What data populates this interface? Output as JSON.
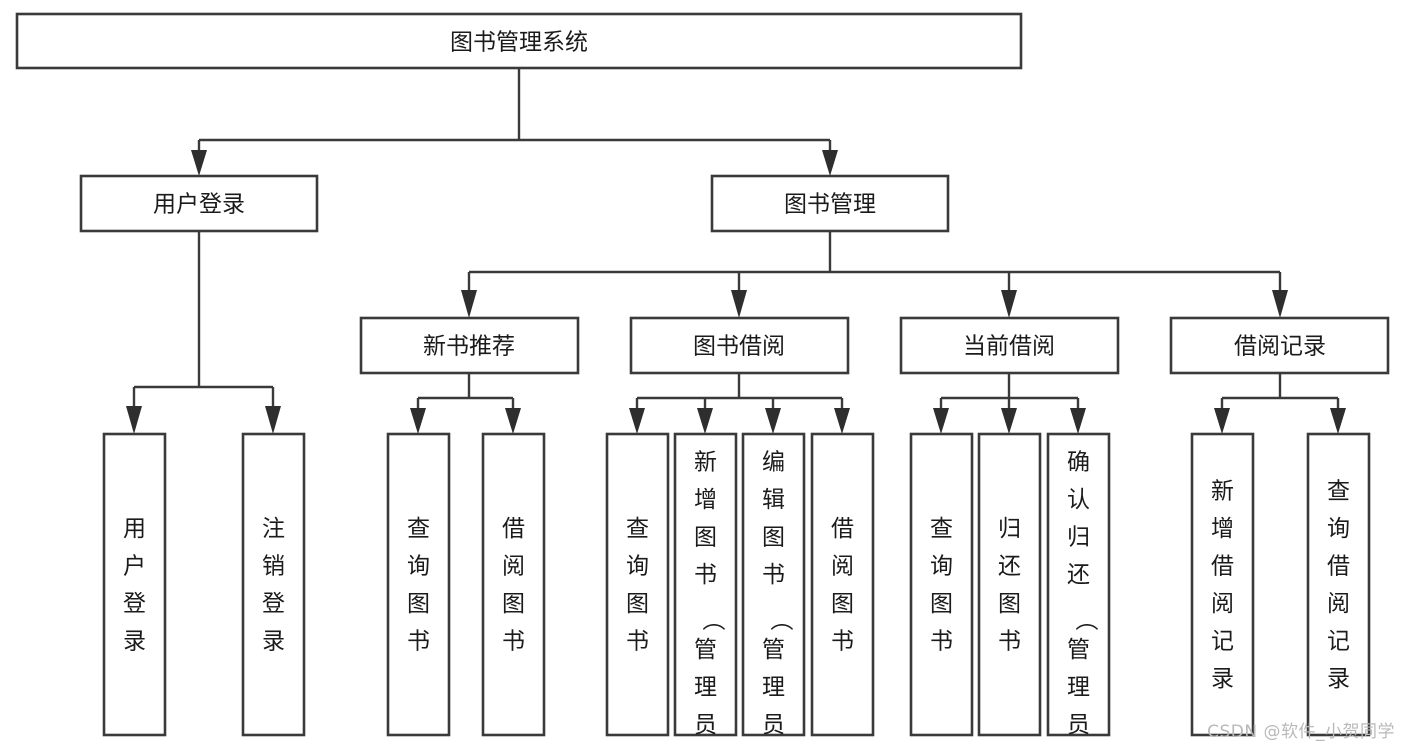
{
  "diagram": {
    "title": "图书管理系统",
    "type": "tree-hierarchy-diagram",
    "root": {
      "id": "root",
      "label": "图书管理系统"
    },
    "level2": [
      {
        "id": "user-login",
        "label": "用户登录"
      },
      {
        "id": "book-management",
        "label": "图书管理"
      }
    ],
    "level3": [
      {
        "id": "new-book-recommend",
        "label": "新书推荐",
        "parent": "book-management"
      },
      {
        "id": "book-borrow",
        "label": "图书借阅",
        "parent": "book-management"
      },
      {
        "id": "current-borrow",
        "label": "当前借阅",
        "parent": "book-management"
      },
      {
        "id": "borrow-record",
        "label": "借阅记录",
        "parent": "book-management"
      }
    ],
    "leaves": {
      "user-login": [
        {
          "id": "leaf-user-login",
          "label": "用户登录"
        },
        {
          "id": "leaf-user-logout",
          "label": "注销登录"
        }
      ],
      "new-book-recommend": [
        {
          "id": "leaf-query-book-1",
          "label": "查询图书"
        },
        {
          "id": "leaf-borrow-book-1",
          "label": "借阅图书"
        }
      ],
      "book-borrow": [
        {
          "id": "leaf-query-book-2",
          "label": "查询图书"
        },
        {
          "id": "leaf-add-book",
          "label": "新增图书（管理员）"
        },
        {
          "id": "leaf-edit-book",
          "label": "编辑图书（管理员）"
        },
        {
          "id": "leaf-borrow-book-2",
          "label": "借阅图书"
        }
      ],
      "current-borrow": [
        {
          "id": "leaf-query-book-3",
          "label": "查询图书"
        },
        {
          "id": "leaf-return-book",
          "label": "归还图书"
        },
        {
          "id": "leaf-confirm-return",
          "label": "确认归还（管理员）"
        }
      ],
      "borrow-record": [
        {
          "id": "leaf-add-record",
          "label": "新增借阅记录"
        },
        {
          "id": "leaf-query-record",
          "label": "查询借阅记录"
        }
      ]
    },
    "colors": {
      "stroke": "#3a3a3a",
      "fill": "#ffffff",
      "text": "#1b1b1b",
      "watermark": "#b9b9b9"
    }
  },
  "watermark": {
    "text": "CSDN @软件_小贺同学"
  }
}
